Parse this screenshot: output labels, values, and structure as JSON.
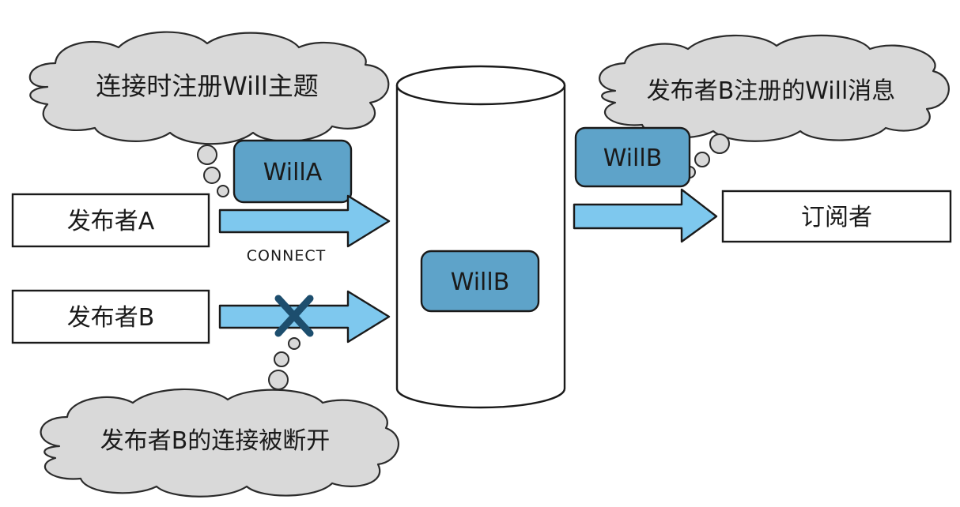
{
  "clouds": {
    "register_topic": "连接时注册Will主题",
    "b_registered": "发布者B注册的Will消息",
    "b_disconnected": "发布者B的连接被断开"
  },
  "boxes": {
    "publisher_a": "发布者A",
    "publisher_b": "发布者B",
    "subscriber": "订阅者"
  },
  "will_labels": {
    "will_a": "WillA",
    "will_b_broker": "WillB",
    "will_b_out": "WillB"
  },
  "arrow_labels": {
    "connect": "CONNECT"
  },
  "colors": {
    "will_fill": "#5ea3c9",
    "arrow_fill": "#7ec8ee",
    "cloud_fill": "#d9d9d9",
    "cross": "#1d4e6e"
  }
}
